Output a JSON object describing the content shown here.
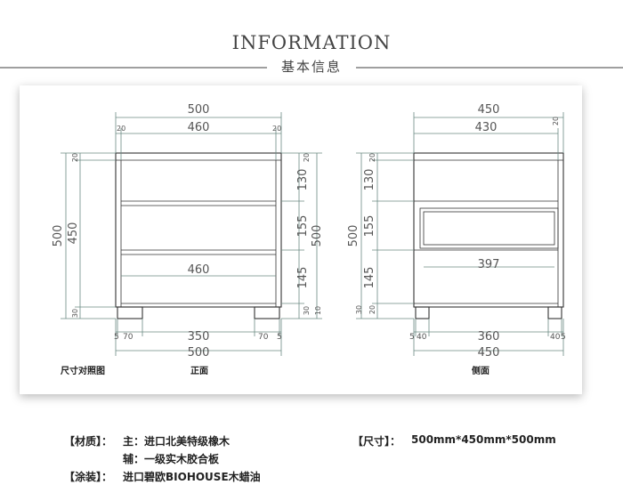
{
  "header": {
    "title": "INFORMATION",
    "subtitle": "基本信息"
  },
  "front_view": {
    "view_label": "正面",
    "top_width": "500",
    "inner_width": "460",
    "side_left": "20",
    "side_right": "20",
    "drawer_width": "460",
    "left_total_height": "500",
    "left_body_height": "450",
    "left_top": "20",
    "left_bottom": "30",
    "right_sections": [
      "130",
      "155",
      "145"
    ],
    "right_total": "500",
    "right_small": [
      "20",
      "30",
      "10"
    ],
    "bottom_left": "5",
    "bottom_70_left": "70",
    "bottom_middle": "350",
    "bottom_70_right": "70",
    "bottom_right": "5",
    "bottom_total": "500"
  },
  "side_view": {
    "view_label": "侧面",
    "top_width": "450",
    "inner_width": "430",
    "side_right": "20",
    "drawer_width": "397",
    "left_total_height": "500",
    "left_top": "20",
    "left_sections": [
      "130",
      "155",
      "145"
    ],
    "left_small": [
      "30",
      "20"
    ],
    "bottom_left": "5",
    "bottom_40_left": "40",
    "bottom_middle": "360",
    "bottom_40_right": "40",
    "bottom_right": "5",
    "bottom_total": "450"
  },
  "panel_caption": "尺寸对照图",
  "specs": {
    "material_label": "【材质】：",
    "material_main": "主：进口北美特级橡木",
    "material_aux": "辅：一级实木胶合板",
    "size_label": "【尺寸】：",
    "size_value": "500mm*450mm*500mm",
    "coating_label": "【涂装】：",
    "coating_value": "进口碧欧BIOHOUSE木蜡油"
  }
}
